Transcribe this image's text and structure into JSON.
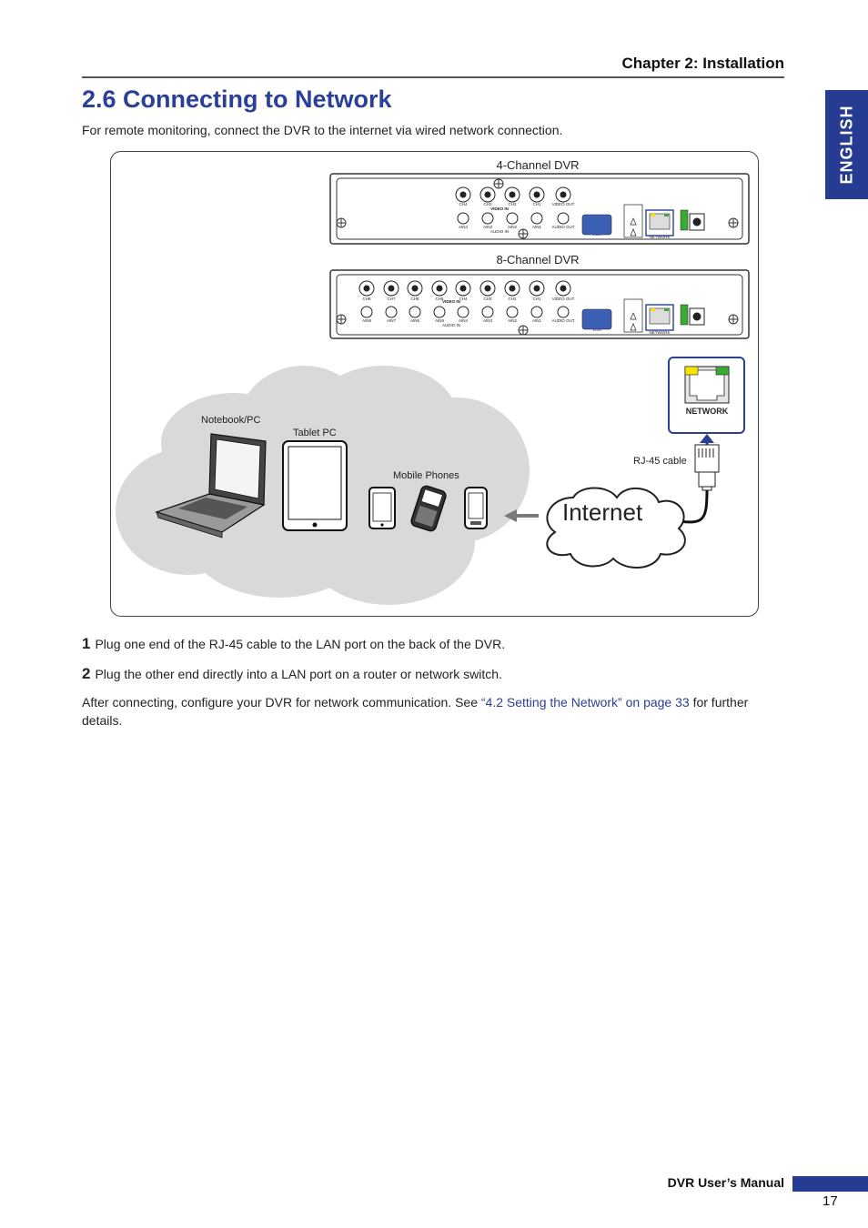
{
  "header": {
    "chapter": "Chapter 2: Installation"
  },
  "side_tab": {
    "label": "ENGLISH"
  },
  "section": {
    "title": "2.6 Connecting to Network",
    "intro": "For remote monitoring, connect the DVR to the internet via wired network connection."
  },
  "diagram": {
    "dvr4_label": "4-Channel DVR",
    "dvr8_label": "8-Channel DVR",
    "network_label": "NETWORK",
    "port_label": "NETWORK",
    "rj45_label": "RJ-45 cable",
    "internet_label": "Internet",
    "notebook_label": "Notebook/PC",
    "tablet_label": "Tablet PC",
    "phones_label": "Mobile Phones",
    "video_in": "VIDEO IN",
    "audio_in": "AUDIO IN",
    "video_out": "VIDEO OUT",
    "audio_out": "AUDIO OUT",
    "vga": "VGA",
    "ch4": [
      "CH4",
      "CH3",
      "CH2",
      "CH1"
    ],
    "ain4": [
      "AIN4",
      "AIN3",
      "AIN2",
      "AIN1"
    ],
    "ch8": [
      "CH8",
      "CH7",
      "CH6",
      "CH5",
      "CH4",
      "CH3",
      "CH2",
      "CH1"
    ],
    "ain8": [
      "AIN8",
      "AIN7",
      "AIN6",
      "AIN5",
      "AIN4",
      "AIN3",
      "AIN2",
      "AIN1"
    ]
  },
  "steps": [
    {
      "num": "1",
      "text": "Plug one end of the RJ-45 cable to the LAN port on the back of the DVR."
    },
    {
      "num": "2",
      "text": "Plug the other end directly into a LAN port on a router or network switch."
    }
  ],
  "after": {
    "before_link": "After connecting, configure your DVR for network communication. See ",
    "link": "“4.2 Setting the Network” on page 33",
    "after_link": " for further details."
  },
  "footer": {
    "manual": "DVR User’s Manual",
    "page": "17"
  },
  "colors": {
    "brand_blue": "#263c93",
    "title_blue": "#2a3f97",
    "cloud_gray": "#d9d9d9",
    "port_green": "#3aaa35",
    "port_yellow": "#f5e400"
  }
}
